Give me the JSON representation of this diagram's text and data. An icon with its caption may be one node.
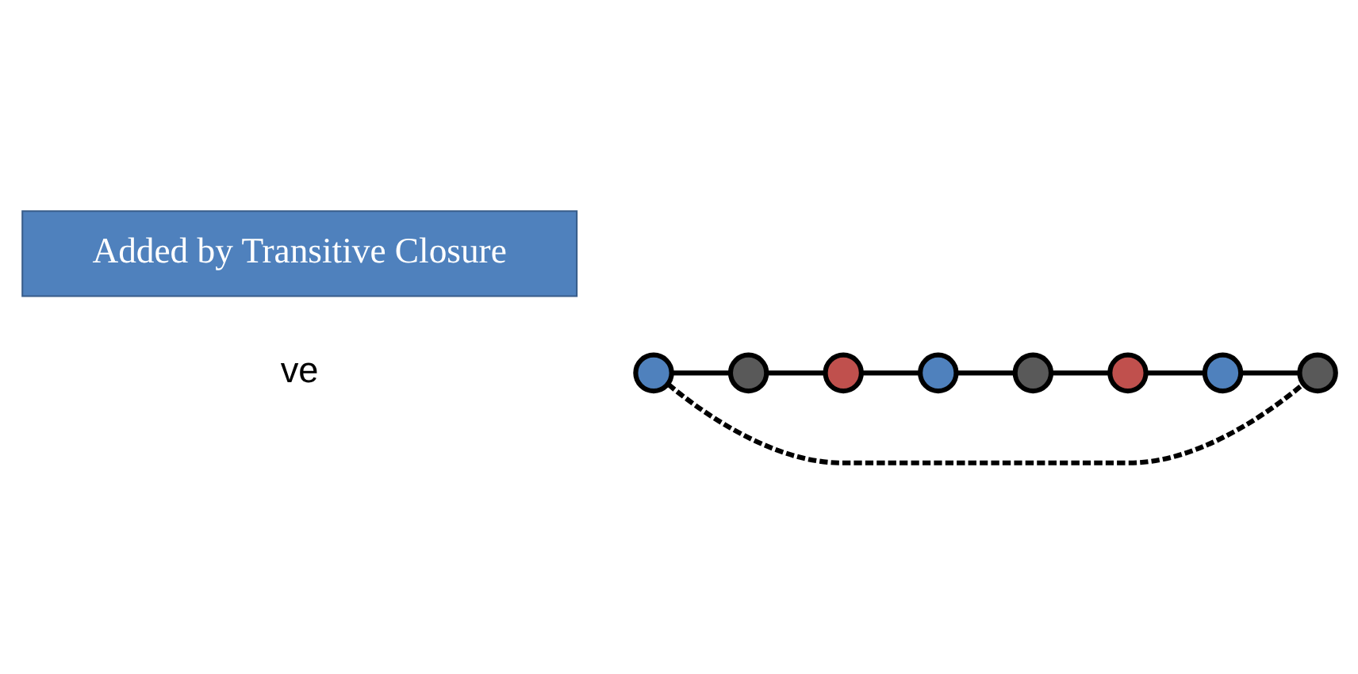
{
  "diagram": {
    "nodes": [
      {
        "text": [],
        "shape": "circle"
      },
      {
        "text": [],
        "shape": "circle"
      },
      {
        "text": [],
        "shape": "circle"
      },
      {
        "text": [],
        "shape": "circle"
      },
      {
        "text": [],
        "shape": "circle"
      },
      {
        "text": [],
        "shape": "circle"
      },
      {
        "text": [],
        "shape": "circle"
      },
      {
        "text": [],
        "shape": "circle"
      },
      {
        "text": [
          "Added by Transitive Closure"
        ]
      }
    ],
    "edges": [
      {
        "from": 0,
        "to": 1,
        "arrow": "none"
      },
      {
        "from": 1,
        "to": 2,
        "arrow": "none"
      },
      {
        "from": 2,
        "to": 3,
        "arrow": "none"
      },
      {
        "from": 3,
        "to": 4,
        "arrow": "none"
      },
      {
        "from": 4,
        "to": 5,
        "arrow": "none"
      },
      {
        "from": 5,
        "to": 6,
        "arrow": "none"
      },
      {
        "from": 6,
        "to": 7,
        "arrow": "none"
      },
      {
        "from": 0,
        "to": 7,
        "arrow": "none",
        "style": "dashed"
      }
    ],
    "labels": [
      "ve"
    ]
  }
}
